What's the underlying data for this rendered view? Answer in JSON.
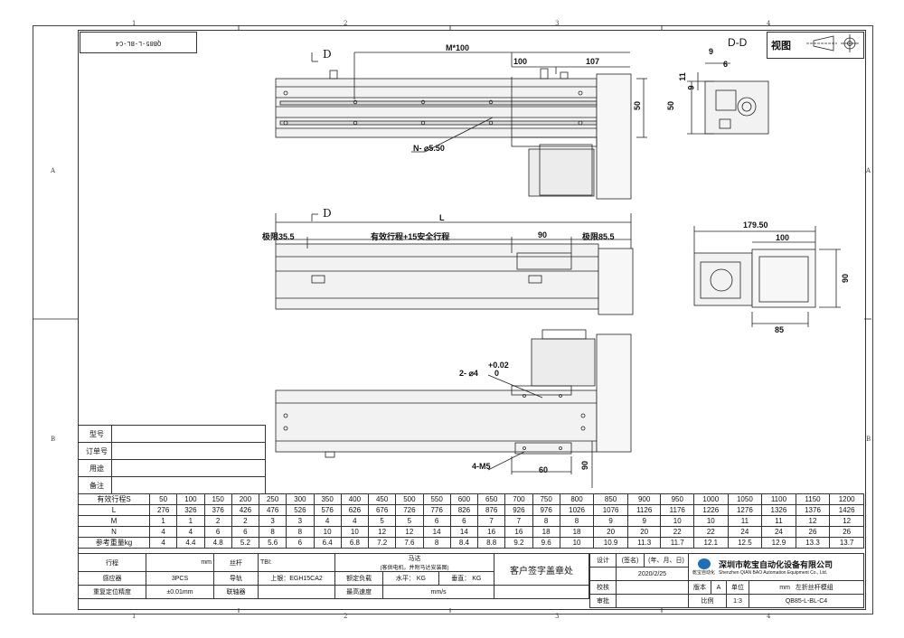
{
  "zones": {
    "top": [
      "1",
      "2",
      "3",
      "4"
    ],
    "bottom": [
      "1",
      "2",
      "3",
      "4"
    ],
    "left": [
      "A",
      "B"
    ],
    "right": [
      "A",
      "B"
    ]
  },
  "rotated_code": "QB85-L-BL-C4",
  "view_box": {
    "label": "视图"
  },
  "section_label": "D-D",
  "section_marker": "D",
  "dims": {
    "m100": "M*100",
    "d100": "100",
    "d107": "107",
    "d50_right": "50",
    "n_holes": "N- ⌀5.50",
    "L": "L",
    "limit_left": "极限35.5",
    "effective": "有效行程+15安全行程",
    "d90": "90",
    "limit_right": "极限85.5",
    "tol": "+0.02",
    "tol0": "0",
    "pin": "2- ⌀4",
    "m5": "4-M5",
    "d60": "60",
    "d90v": "90",
    "sec9": "9",
    "sec6": "6",
    "sec11": "11",
    "sec9b": "9",
    "sec50": "50",
    "end17950": "179.50",
    "end100": "100",
    "end90": "90",
    "end85": "85"
  },
  "left_form": {
    "rows": [
      "型号",
      "订单号",
      "用途",
      "备注"
    ]
  },
  "spec_table": {
    "row_labels": [
      "有效行程S",
      "L",
      "M",
      "N",
      "参考重量kg"
    ],
    "S": [
      "50",
      "100",
      "150",
      "200",
      "250",
      "300",
      "350",
      "400",
      "450",
      "500",
      "550",
      "600",
      "650",
      "700",
      "750",
      "800",
      "850",
      "900",
      "950",
      "1000",
      "1050",
      "1100",
      "1150",
      "1200"
    ],
    "L": [
      "276",
      "326",
      "376",
      "426",
      "476",
      "526",
      "576",
      "626",
      "676",
      "726",
      "776",
      "826",
      "876",
      "926",
      "976",
      "1026",
      "1076",
      "1126",
      "1176",
      "1226",
      "1276",
      "1326",
      "1376",
      "1426"
    ],
    "M": [
      "1",
      "1",
      "2",
      "2",
      "3",
      "3",
      "4",
      "4",
      "5",
      "5",
      "6",
      "6",
      "7",
      "7",
      "8",
      "8",
      "9",
      "9",
      "10",
      "10",
      "11",
      "11",
      "12",
      "12"
    ],
    "N": [
      "4",
      "4",
      "6",
      "6",
      "8",
      "8",
      "10",
      "10",
      "12",
      "12",
      "14",
      "14",
      "16",
      "16",
      "18",
      "18",
      "20",
      "20",
      "22",
      "22",
      "24",
      "24",
      "26",
      "26"
    ],
    "W": [
      "4",
      "4.4",
      "4.8",
      "5.2",
      "5.6",
      "6",
      "6.4",
      "6.8",
      "7.2",
      "7.6",
      "8",
      "8.4",
      "8.8",
      "9.2",
      "9.6",
      "10",
      "10.9",
      "11.3",
      "11.7",
      "12.1",
      "12.5",
      "12.9",
      "13.3",
      "13.7"
    ]
  },
  "bottom_table": {
    "stroke_label": "行程",
    "stroke_unit": "mm",
    "screw_label": "丝杆",
    "screw_value": "TBI:",
    "motor_label": "马达",
    "motor_note": "(客供电机，并附马达安装图)",
    "sign_label": "客户签字盖章处",
    "sensor_label": "感应器",
    "sensor_value": "3PCS",
    "rail_label": "导轨",
    "rail_value": "上银：EGH15CA2",
    "load_label": "额定负载",
    "horiz_label": "水平：",
    "horiz_unit": "KG",
    "vert_label": "垂直：",
    "vert_unit": "KG",
    "repeat_label": "重复定位精度",
    "repeat_value": "±0.01mm",
    "coupling_label": "联轴器",
    "speed_label": "最高速度",
    "speed_unit": "mm/s"
  },
  "title_block": {
    "design": "设计",
    "sign": "(签名)",
    "date_fmt": "(年、月、日)",
    "date": "2020/2/25",
    "check": "校核",
    "review": "审批",
    "version": "版本",
    "version_val": "A",
    "unit": "单位",
    "unit_val": "mm",
    "scale": "比例",
    "scale_val": "1:3",
    "part_name": "左折丝杆模组",
    "code": "QB85-L-BL-C4",
    "company": "深圳市乾宝自动化设备有限公司",
    "company_en": "Shenzhen QIAN BAO Automation Equipment Co., Ltd.",
    "logo_text": "乾宝自动化"
  }
}
